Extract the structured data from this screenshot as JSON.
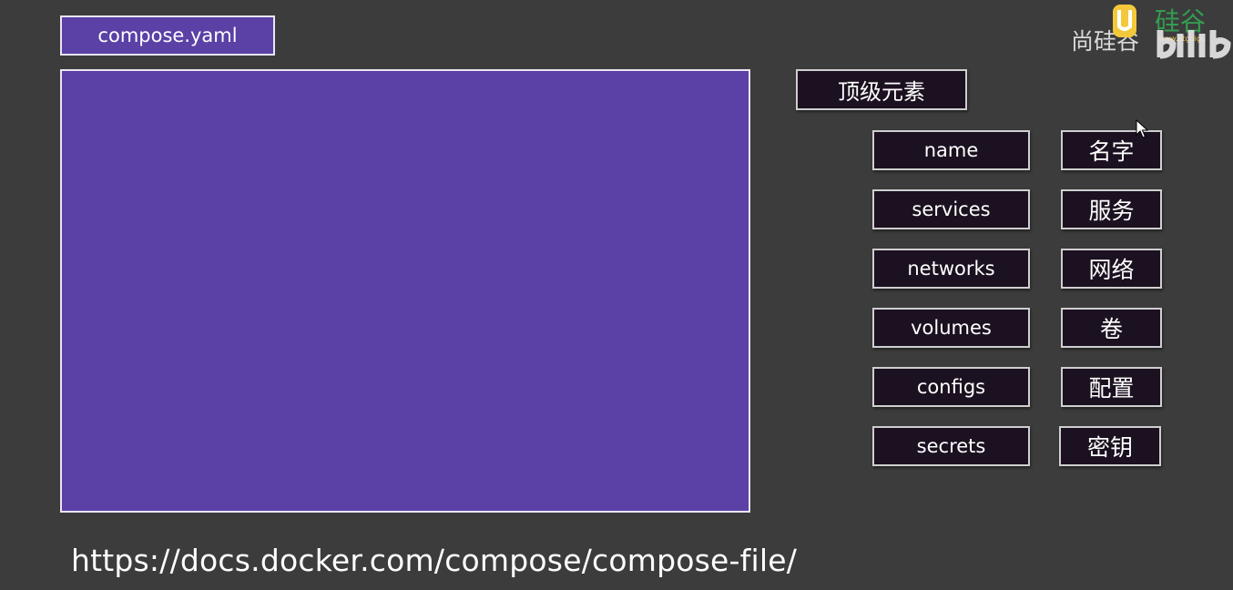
{
  "file_tab": {
    "label": "compose.yaml"
  },
  "section": {
    "title": "顶级元素"
  },
  "elements": [
    {
      "key": "name",
      "meaning": "名字"
    },
    {
      "key": "services",
      "meaning": "服务"
    },
    {
      "key": "networks",
      "meaning": "网络"
    },
    {
      "key": "volumes",
      "meaning": "卷"
    },
    {
      "key": "configs",
      "meaning": "配置"
    },
    {
      "key": "secrets",
      "meaning": "密钥"
    }
  ],
  "footer": {
    "url": "https://docs.docker.com/compose/compose-file/"
  },
  "watermark": {
    "brand_text": "尚硅谷",
    "logo_icon": "bilibili-logo-icon",
    "accent": "#f3c93b",
    "green": "#33a853"
  },
  "colors": {
    "editor_bg": "#5b40a6",
    "chip_bg": "#1c1120",
    "page_bg": "#3c3c3c"
  }
}
